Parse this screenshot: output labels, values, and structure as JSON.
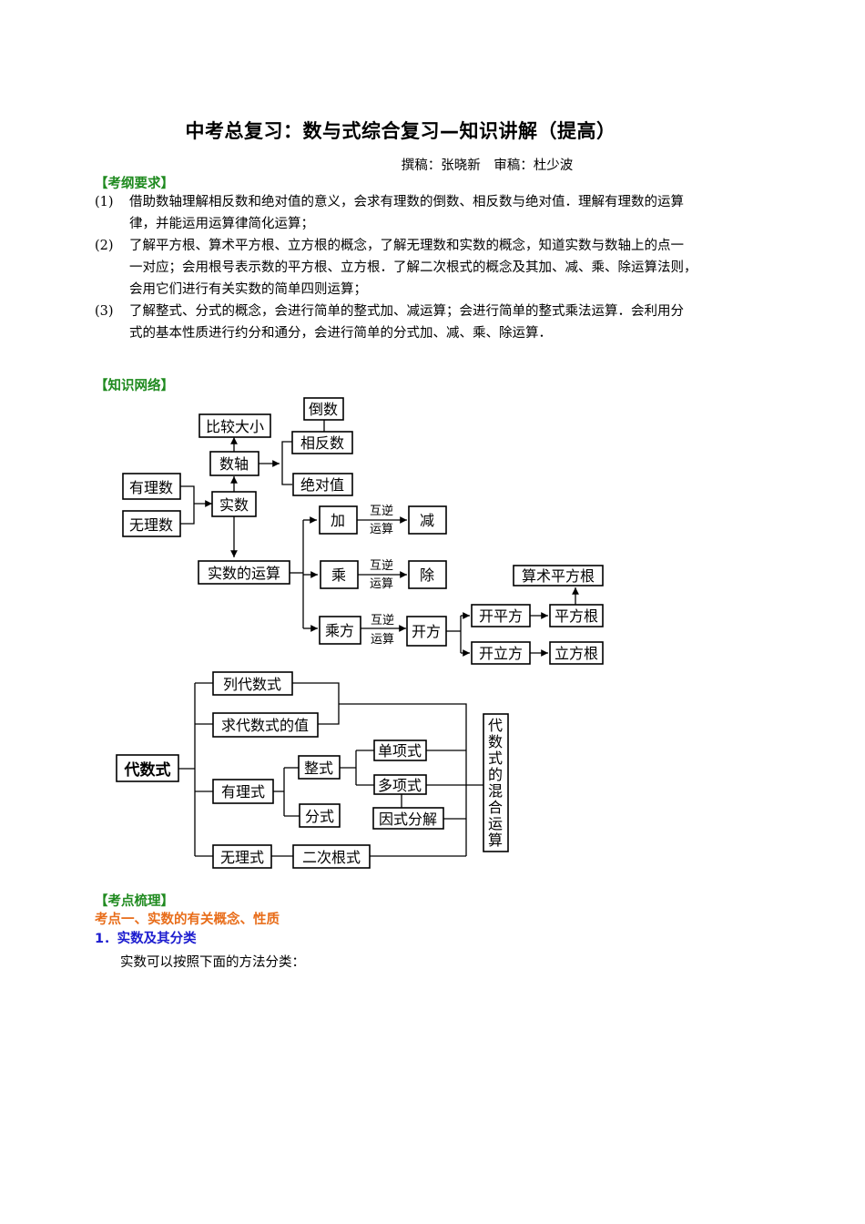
{
  "document": {
    "title": "中考总复习：数与式综合复习—知识讲解（提高）",
    "byline": "撰稿：张晓新　审稿：杜少波"
  },
  "sections": {
    "requirements": {
      "heading": "【考纲要求】",
      "items": [
        {
          "num": "(1)",
          "lines": [
            "借助数轴理解相反数和绝对值的意义，会求有理数的倒数、相反数与绝对值．理解有理数的运算",
            "律，并能运用运算律简化运算；"
          ]
        },
        {
          "num": "(2)",
          "lines": [
            "了解平方根、算术平方根、立方根的概念，了解无理数和实数的概念，知道实数与数轴上的点一",
            "一对应；会用根号表示数的平方根、立方根．了解二次根式的概念及其加、减、乘、除运算法则，",
            "会用它们进行有关实数的简单四则运算；"
          ]
        },
        {
          "num": "(3)",
          "lines": [
            "了解整式、分式的概念，会进行简单的整式加、减运算；会进行简单的整式乘法运算．会利用分",
            "式的基本性质进行约分和通分，会进行简单的分式加、减、乘、除运算．"
          ]
        }
      ]
    },
    "network": {
      "heading": "【知识网络】",
      "diagram1": {
        "nodes": {
          "youlishu": "有理数",
          "wulishu": "无理数",
          "shishu": "实数",
          "shuzhou": "数轴",
          "bijiao": "比较大小",
          "daoshu": "倒数",
          "xiangfanshu": "相反数",
          "jueduizhi": "绝对值",
          "yunsuan": "实数的运算",
          "jia": "加",
          "jian": "减",
          "cheng": "乘",
          "chu": "除",
          "chengfang": "乘方",
          "kaifang": "开方",
          "kaipingfang": "开平方",
          "kailifang": "开立方",
          "pingfanggen": "平方根",
          "lifanggen": "立方根",
          "suanshu": "算术平方根"
        },
        "edge_label_top": "互逆",
        "edge_label_bottom": "运算"
      },
      "diagram2": {
        "nodes": {
          "daishushi": "代数式",
          "lie": "列代数式",
          "qiuzhi": "求代数式的值",
          "youlishi": "有理式",
          "zhengshi": "整式",
          "fenshi": "分式",
          "danxiangshi": "单项式",
          "duoxiangshi": "多项式",
          "yinshi": "因式分解",
          "wulishi": "无理式",
          "ercigen": "二次根式",
          "hunhe": [
            "代",
            "数",
            "式",
            "的",
            "混",
            "合",
            "运",
            "算"
          ]
        }
      }
    },
    "points": {
      "heading": "【考点梳理】",
      "kp1": "考点一、实数的有关概念、性质",
      "sub1": "1．实数及其分类",
      "para1": "实数可以按照下面的方法分类："
    }
  },
  "colors": {
    "section_heading": "#1f8a1f",
    "kaodian": "#e86d1a",
    "subheading": "#1c1ccf"
  }
}
